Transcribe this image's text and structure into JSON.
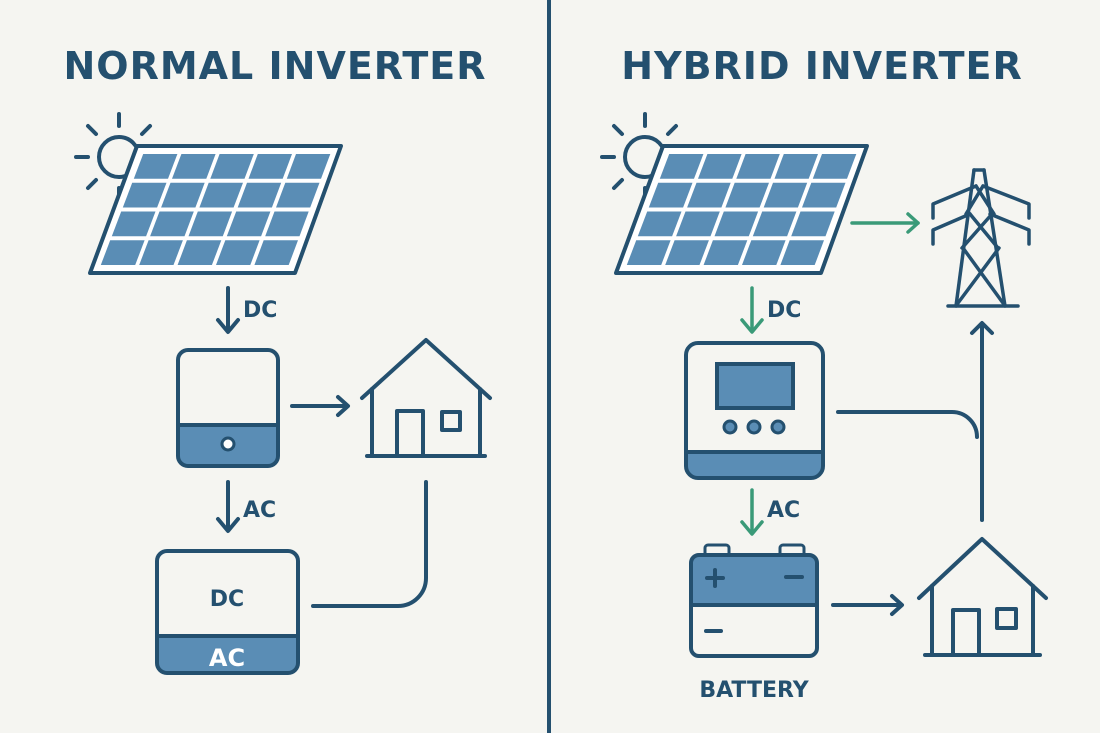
{
  "left_panel": {
    "title": "NORMAL INVERTER",
    "labels": {
      "dc_arrow": "DC",
      "ac_arrow": "AC",
      "box_top": "DC",
      "box_bottom": "AC"
    }
  },
  "right_panel": {
    "title": "HYBRID INVERTER",
    "labels": {
      "dc_arrow": "DC",
      "ac_arrow": "AC",
      "battery": "BATTERY"
    }
  },
  "colors": {
    "background": "#f5f5f1",
    "primary": "#24506f",
    "fill": "#5a8db5",
    "accent_green": "#3a9a78"
  }
}
